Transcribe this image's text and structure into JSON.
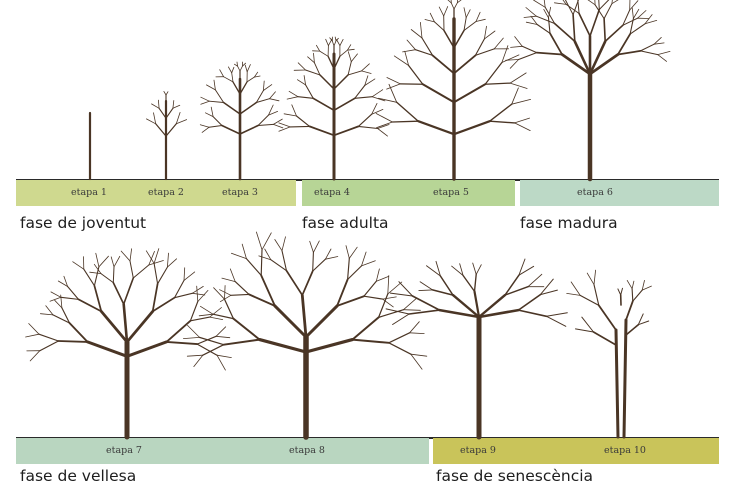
{
  "colors": {
    "juventut": "#cfd98f",
    "adulta": "#b7d596",
    "madura": "#bcd9c6",
    "vellesa": "#b9d6c0",
    "senescencia": "#c9c45a",
    "trunk": "#4a3525",
    "ground": "#2a2a2a"
  },
  "phases": [
    {
      "key": "juventut",
      "label": "fase de joventut"
    },
    {
      "key": "adulta",
      "label": "fase adulta"
    },
    {
      "key": "madura",
      "label": "fase madura"
    },
    {
      "key": "vellesa",
      "label": "fase de vellesa"
    },
    {
      "key": "senescencia",
      "label": "fase de senescència"
    }
  ],
  "stages": [
    {
      "label": "etapa 1",
      "phase": "juventut"
    },
    {
      "label": "etapa 2",
      "phase": "juventut"
    },
    {
      "label": "etapa 3",
      "phase": "juventut"
    },
    {
      "label": "etapa 4",
      "phase": "adulta"
    },
    {
      "label": "etapa 5",
      "phase": "adulta"
    },
    {
      "label": "etapa 6",
      "phase": "madura"
    },
    {
      "label": "etapa 7",
      "phase": "vellesa"
    },
    {
      "label": "etapa 8",
      "phase": "vellesa"
    },
    {
      "label": "etapa 9",
      "phase": "senescencia"
    },
    {
      "label": "etapa 10",
      "phase": "senescencia"
    }
  ]
}
